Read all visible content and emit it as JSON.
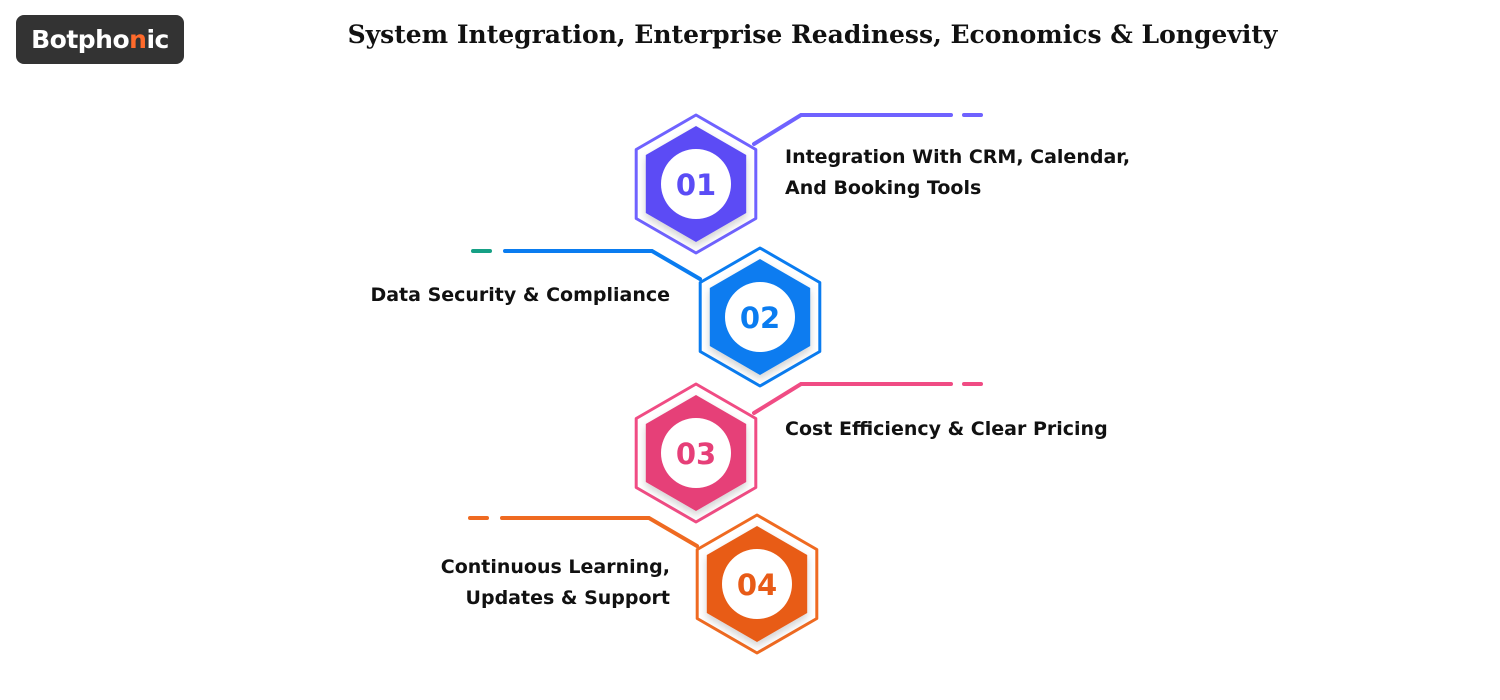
{
  "brand": {
    "logo_prefix": "Botpho",
    "logo_accent": "n",
    "logo_suffix": "ic"
  },
  "title": "System Integration, Enterprise Readiness, Economics & Longevity",
  "steps": [
    {
      "number": "01",
      "line1": "Integration With CRM, Calendar,",
      "line2": "And Booking Tools",
      "color": "#5b4cf5",
      "light": "#6f62ff",
      "side": "right"
    },
    {
      "number": "02",
      "line1": "Data Security & Compliance",
      "line2": "",
      "color": "#0a7cf0",
      "light": "#0a7cf0",
      "side": "left"
    },
    {
      "number": "03",
      "line1": "Cost Efficiency & Clear Pricing",
      "line2": "",
      "color": "#e63f78",
      "light": "#f04c84",
      "side": "right"
    },
    {
      "number": "04",
      "line1": "Continuous Learning,",
      "line2": "Updates & Support",
      "color": "#e85b17",
      "light": "#ef6a21",
      "side": "left"
    }
  ]
}
